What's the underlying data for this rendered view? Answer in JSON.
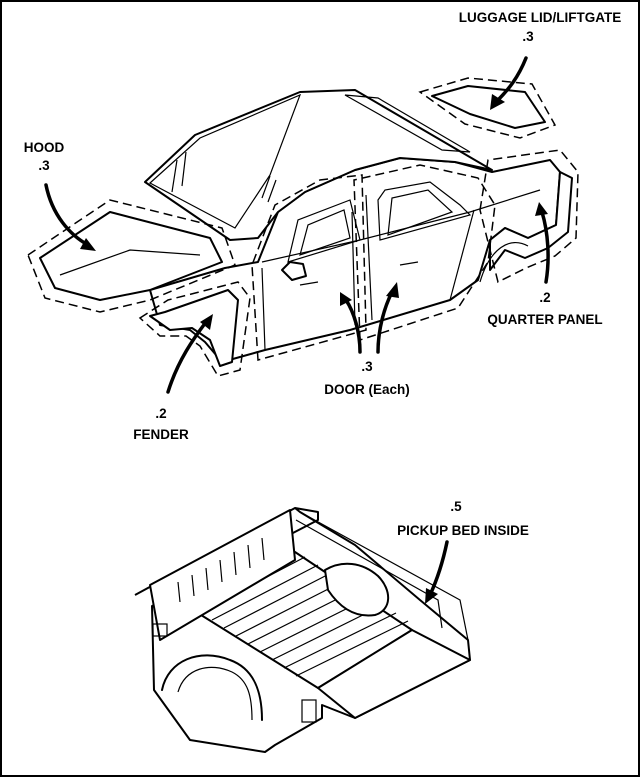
{
  "labels": {
    "luggage_lid_name": "LUGGAGE LID/LIFTGATE",
    "luggage_lid_value": ".3",
    "hood_name": "HOOD",
    "hood_value": ".3",
    "quarter_panel_value": ".2",
    "quarter_panel_name": "QUARTER PANEL",
    "door_value": ".3",
    "door_name": "DOOR (Each)",
    "fender_value": ".2",
    "fender_name": "FENDER",
    "pickup_bed_value": ".5",
    "pickup_bed_name": "PICKUP BED INSIDE"
  },
  "colors": {
    "ink": "#000000",
    "paper": "#ffffff"
  }
}
